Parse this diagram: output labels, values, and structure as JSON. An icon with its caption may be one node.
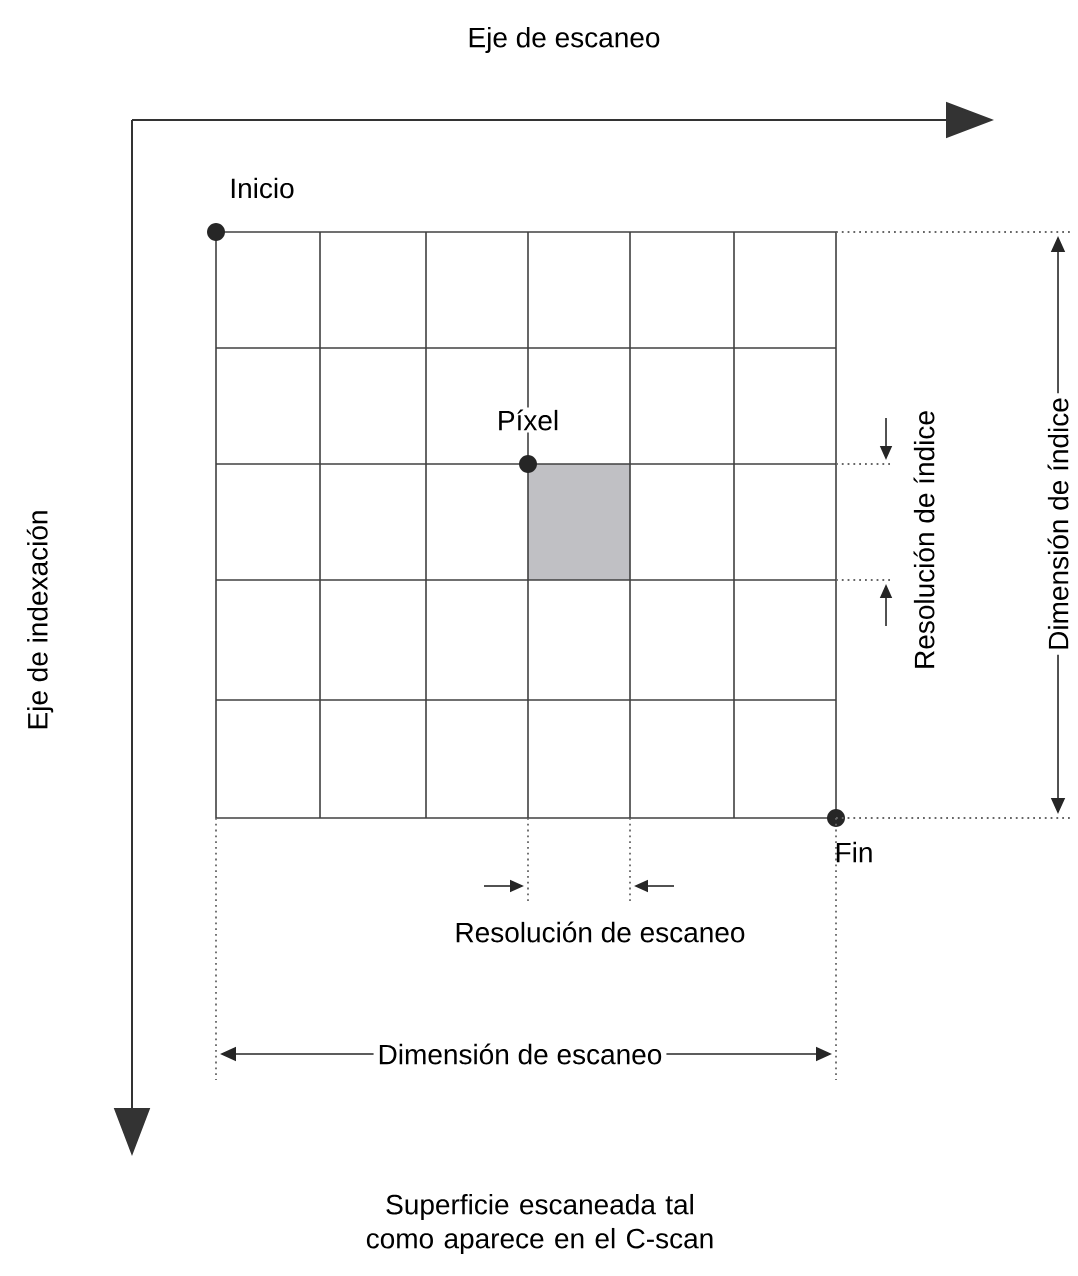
{
  "diagram": {
    "caption": "Superficie escaneada tal como aparece en el C-scan",
    "labels": [
      "Eje de escaneo",
      "Inicio",
      "Píxel",
      "Eje de indexación",
      "Resolución de índice",
      "Dimensión de índice",
      "Fin",
      "Resolución de escaneo",
      "Dimensión de escaneo"
    ]
  }
}
